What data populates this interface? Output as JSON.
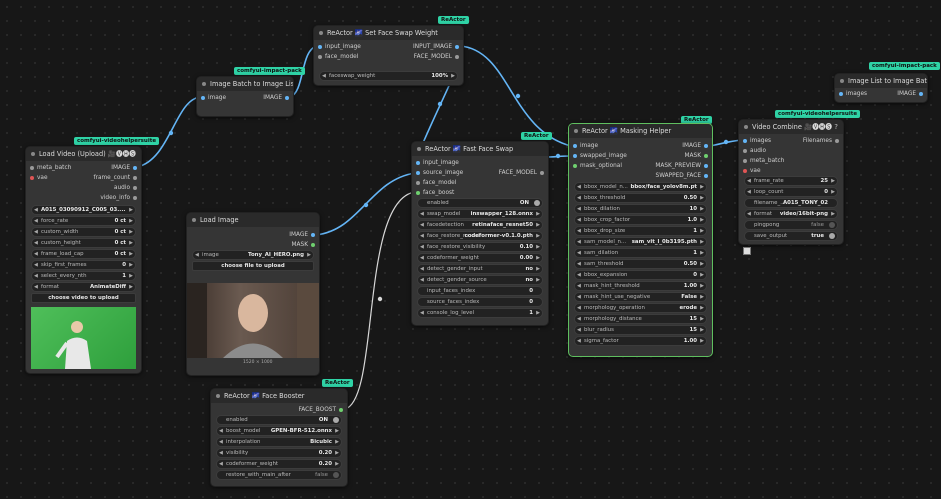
{
  "badges": {
    "reactor": "ReActor",
    "impact": "comfyui-impact-pack",
    "vhs": "comfyui-videohelpersuite"
  },
  "colors": {
    "canvas": "#171717",
    "node_bg": "#353535",
    "wire": "#64b5f6",
    "wire_light": "#cfcfcf",
    "selected_border": "#5fbf5f",
    "badge": "#2fd3a6"
  },
  "icons": {
    "toggle": "toggle-knob",
    "arrow_left": "triangle-left",
    "arrow_right": "triangle-right",
    "help": "question-icon",
    "reactor_logo": "reactor-icon"
  },
  "load_video": {
    "title": "Load Video (Upload) 🎥🅥🅗🅢",
    "help": "?",
    "inputs": [
      "meta_batch",
      "vae"
    ],
    "outputs": [
      "IMAGE",
      "frame_count",
      "audio",
      "video_info"
    ],
    "widgets": [
      {
        "label": "",
        "value": "A015_03090912_C005_03...."
      },
      {
        "label": "force_rate",
        "value": "0 ct"
      },
      {
        "label": "custom_width",
        "value": "0 ct"
      },
      {
        "label": "custom_height",
        "value": "0 ct"
      },
      {
        "label": "frame_load_cap",
        "value": "0 ct"
      },
      {
        "label": "skip_first_frames",
        "value": "0"
      },
      {
        "label": "select_every_nth",
        "value": "1"
      },
      {
        "label": "format",
        "value": "AnimateDiff"
      }
    ],
    "upload_button": "choose video to upload"
  },
  "image_batch": {
    "title": "Image Batch to Image List",
    "input": "image",
    "output": "IMAGE"
  },
  "set_weight": {
    "title": "ReActor 🌌 Set Face Swap Weight",
    "inputs": [
      "input_image",
      "face_model"
    ],
    "outputs": [
      "INPUT_IMAGE",
      "FACE_MODEL"
    ],
    "widget": {
      "label": "faceswap_weight",
      "value": "100%"
    }
  },
  "load_image": {
    "title": "Load Image",
    "outputs": [
      "IMAGE",
      "MASK"
    ],
    "widget": {
      "label": "image",
      "value": "Tony_AI_HERO.png"
    },
    "upload_button": "choose file to upload",
    "caption": "1520 × 1000"
  },
  "fast_swap": {
    "title": "ReActor 🌌 Fast Face Swap",
    "inputs": [
      "input_image",
      "source_image",
      "face_model",
      "face_boost"
    ],
    "output": "FACE_MODEL",
    "widgets": [
      {
        "label": "enabled",
        "value": "ON",
        "type": "toggle"
      },
      {
        "label": "swap_model",
        "value": "inswapper_128.onnx"
      },
      {
        "label": "facedetection",
        "value": "retinaface_resnet50"
      },
      {
        "label": "face_restore_model",
        "value": "codeformer-v0.1.0.pth"
      },
      {
        "label": "face_restore_visibility",
        "value": "0.10"
      },
      {
        "label": "codeformer_weight",
        "value": "0.00"
      },
      {
        "label": "detect_gender_input",
        "value": "no"
      },
      {
        "label": "detect_gender_source",
        "value": "no"
      },
      {
        "label": "input_faces_index",
        "value": "0"
      },
      {
        "label": "source_faces_index",
        "value": "0"
      },
      {
        "label": "console_log_level",
        "value": "1"
      }
    ]
  },
  "face_booster": {
    "title": "ReActor 🌌 Face Booster",
    "output": "FACE_BOOST",
    "widgets": [
      {
        "label": "enabled",
        "value": "ON",
        "type": "toggle"
      },
      {
        "label": "boost_model",
        "value": "GPEN-BFR-512.onnx"
      },
      {
        "label": "interpolation",
        "value": "Bicubic"
      },
      {
        "label": "visibility",
        "value": "0.20"
      },
      {
        "label": "codeformer_weight",
        "value": "0.20"
      },
      {
        "label": "restore_with_main_after",
        "value": "false",
        "type": "toggle"
      }
    ]
  },
  "masking": {
    "title": "ReActor 🌌 Masking Helper",
    "inputs": [
      "image",
      "swapped_image",
      "mask_optional"
    ],
    "outputs": [
      "IMAGE",
      "MASK",
      "MASK_PREVIEW",
      "SWAPPED_FACE"
    ],
    "widgets": [
      {
        "label": "bbox_model_n...",
        "value": "bbox/face_yolov8m.pt"
      },
      {
        "label": "bbox_threshold",
        "value": "0.50"
      },
      {
        "label": "bbox_dilation",
        "value": "10"
      },
      {
        "label": "bbox_crop_factor",
        "value": "1.0"
      },
      {
        "label": "bbox_drop_size",
        "value": "1"
      },
      {
        "label": "sam_model_n...",
        "value": "sam_vit_l_0b3195.pth"
      },
      {
        "label": "sam_dilation",
        "value": "1"
      },
      {
        "label": "sam_threshold",
        "value": "0.50"
      },
      {
        "label": "bbox_expansion",
        "value": "0"
      },
      {
        "label": "mask_hint_threshold",
        "value": "1.00"
      },
      {
        "label": "mask_hint_use_negative",
        "value": "False"
      },
      {
        "label": "morphology_operation",
        "value": "erode"
      },
      {
        "label": "morphology_distance",
        "value": "15"
      },
      {
        "label": "blur_radius",
        "value": "15"
      },
      {
        "label": "sigma_factor",
        "value": "1.00"
      }
    ]
  },
  "video_combine": {
    "title": "Video Combine 🎥🅥🅗🅢",
    "help": "?",
    "inputs": [
      "images",
      "audio",
      "meta_batch",
      "vae"
    ],
    "output": "Filenames",
    "widgets": [
      {
        "label": "frame_rate",
        "value": "25"
      },
      {
        "label": "loop_count",
        "value": "0"
      },
      {
        "label": "filename_...",
        "value": "A015_TONY_02"
      },
      {
        "label": "format",
        "value": "video/16bit-png"
      },
      {
        "label": "pingpong",
        "value": "false",
        "type": "toggle"
      },
      {
        "label": "save_output",
        "value": "true",
        "type": "toggle"
      }
    ]
  },
  "image_list": {
    "title": "Image List to Image Batch",
    "input": "images",
    "output": "IMAGE"
  }
}
